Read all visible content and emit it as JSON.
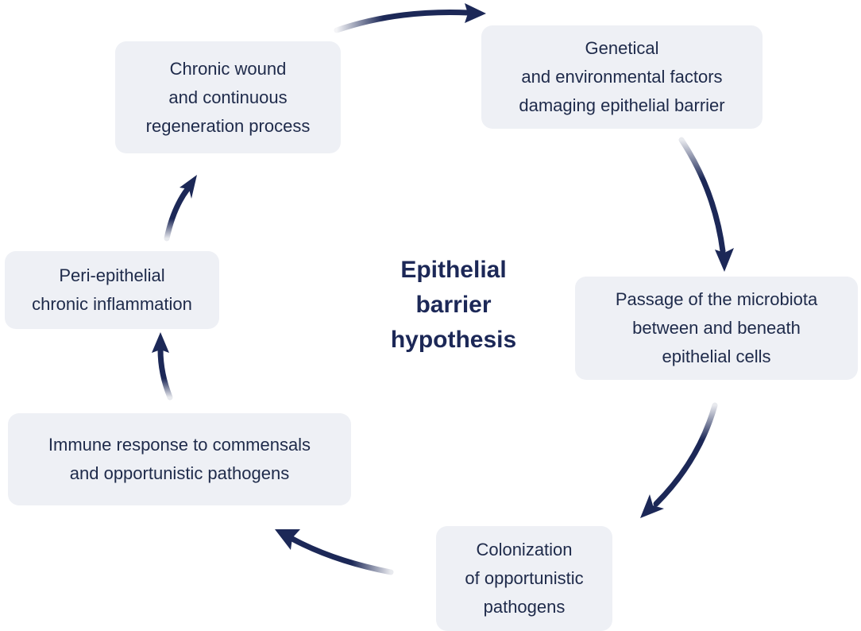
{
  "title": "Epithelial\nbarrier\nhypothesis",
  "colors": {
    "box_fill": "#eef0f5",
    "arrow": "#1c2857",
    "text": "#1e2a4a"
  },
  "steps": [
    {
      "text": "Chronic wound\nand continuous\nregeneration process"
    },
    {
      "text": "Genetical\nand environmental factors\ndamaging epithelial barrier"
    },
    {
      "text": "Passage of the microbiota\nbetween and beneath\nepithelial cells"
    },
    {
      "text": "Colonization\nof opportunistic\npathogens"
    },
    {
      "text": "Immune response to commensals\nand opportunistic pathogens"
    },
    {
      "text": "Peri-epithelial\nchronic inflammation"
    }
  ]
}
